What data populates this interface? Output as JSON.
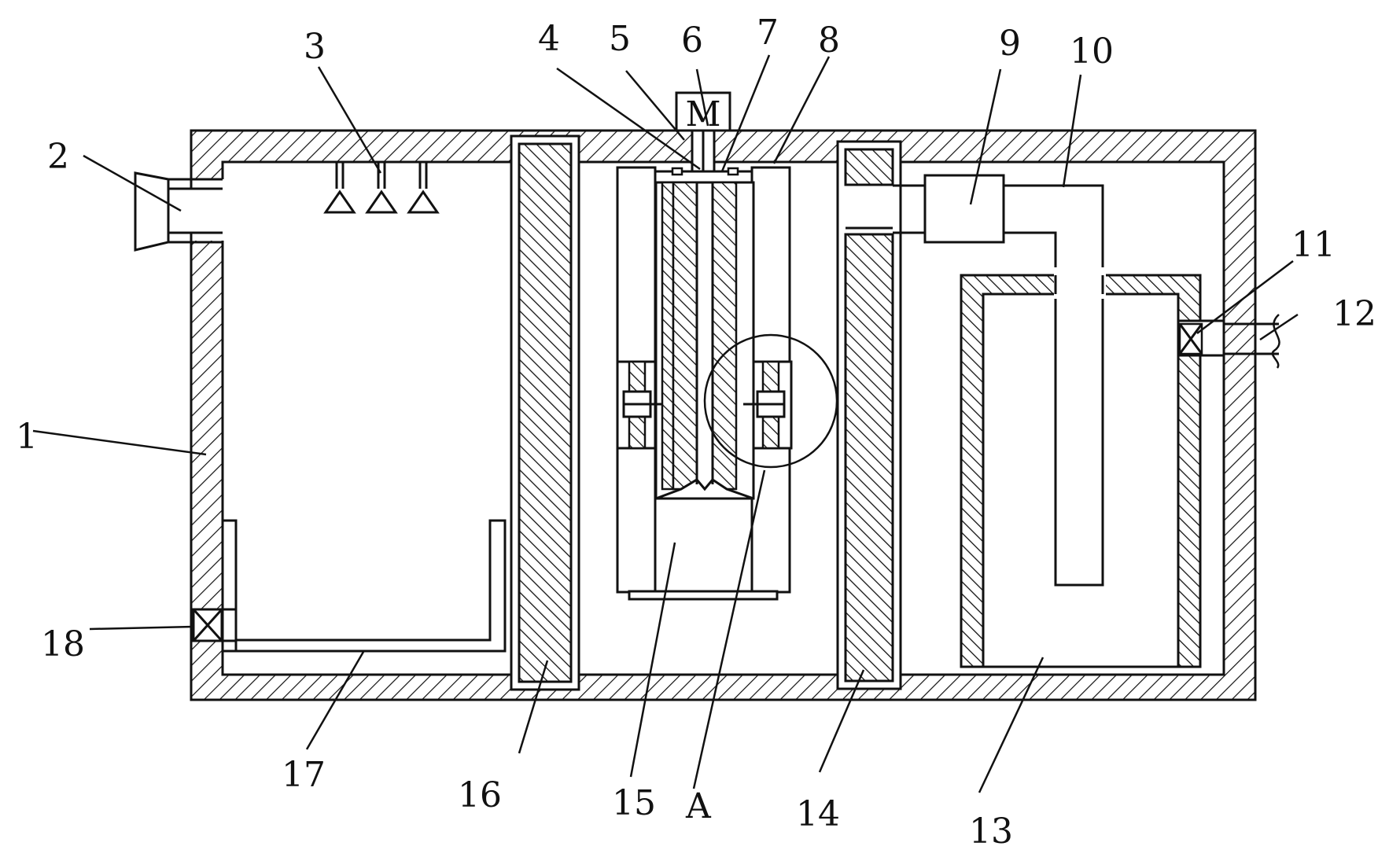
{
  "motor_label": "M",
  "labels": {
    "l1": "1",
    "l2": "2",
    "l3": "3",
    "l4": "4",
    "l5": "5",
    "l6": "6",
    "l7": "7",
    "l8": "8",
    "l9": "9",
    "l10": "10",
    "l11": "11",
    "l12": "12",
    "l13": "13",
    "l14": "14",
    "l15": "15",
    "l16": "16",
    "l17": "17",
    "l18": "18",
    "lA": "A"
  },
  "colors": {
    "line": "#111111",
    "background": "#ffffff"
  }
}
